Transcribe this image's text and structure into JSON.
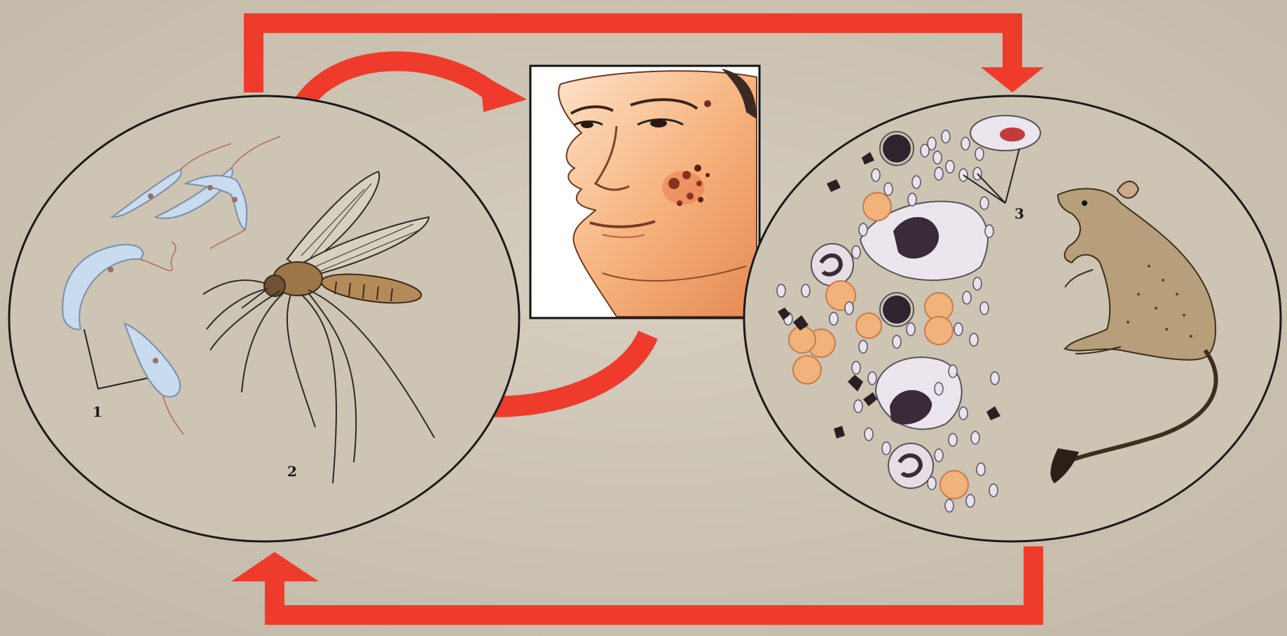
{
  "diagram": {
    "labels": {
      "promastigotes": "1",
      "sandfly": "2",
      "amastigotes": "3"
    },
    "colors": {
      "background": "#cfc6b6",
      "arrow": "#ef3b2c",
      "circle_stroke": "#1a1a1a",
      "parasite": "#c9dbef",
      "rbc": "#f2b27c",
      "skin": "#f4b183",
      "rodent": "#b79f7c"
    },
    "icons": [
      "promastigote-icon",
      "sandfly-icon",
      "human-face-icon",
      "macrophage-icon",
      "rodent-icon"
    ]
  }
}
